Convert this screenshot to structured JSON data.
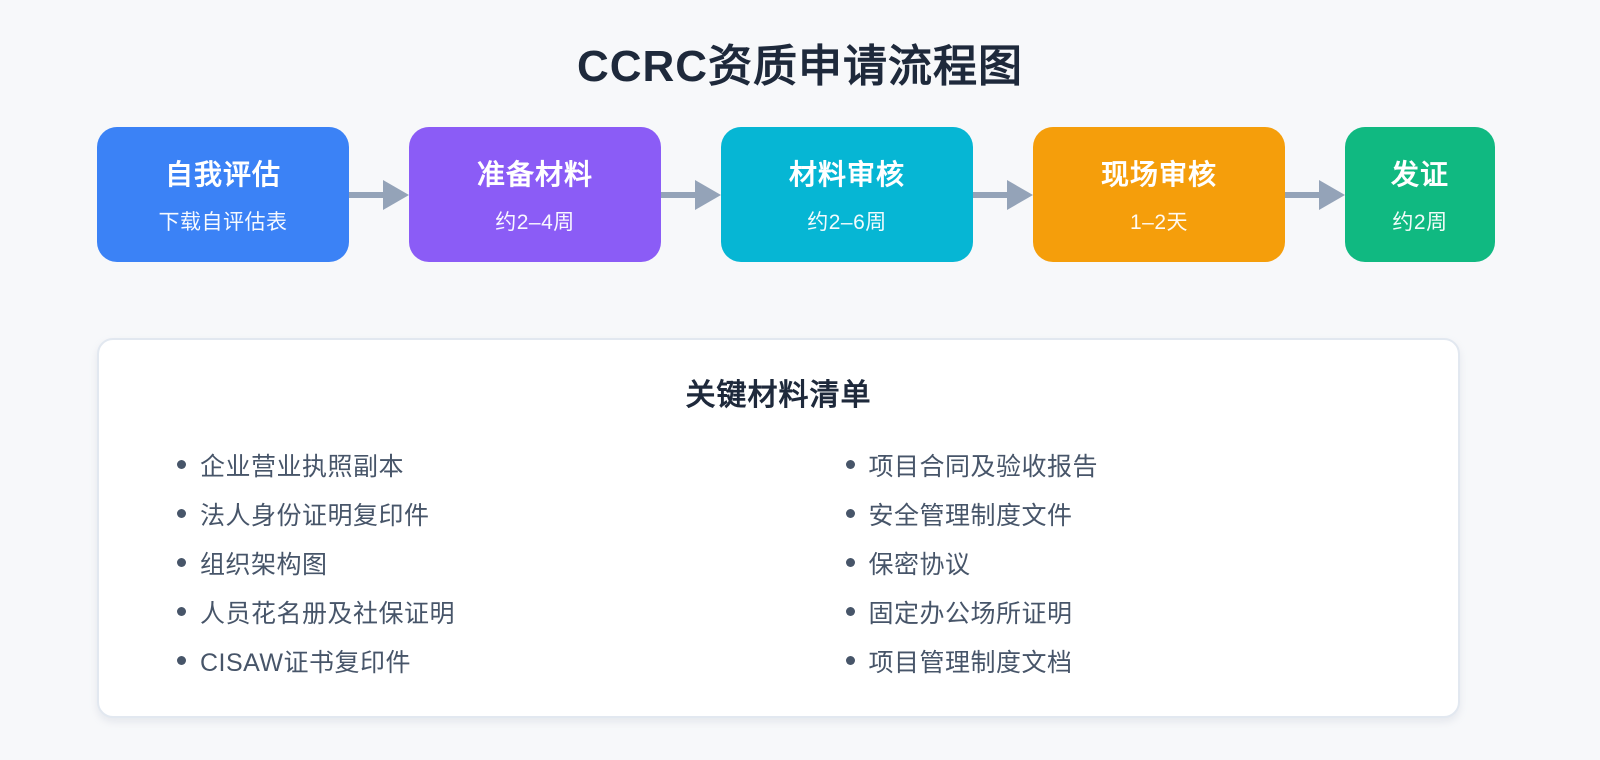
{
  "page": {
    "title": "CCRC资质申请流程图",
    "background_color": "#f7f8fa",
    "title_color": "#1e293b"
  },
  "flow": {
    "arrow_color": "#94a3b8",
    "steps": [
      {
        "label": "自我评估",
        "sublabel": "下载自评估表",
        "color": "#3b82f6"
      },
      {
        "label": "准备材料",
        "sublabel": "约2–4周",
        "color": "#8b5cf6"
      },
      {
        "label": "材料审核",
        "sublabel": "约2–6周",
        "color": "#06b6d4"
      },
      {
        "label": "现场审核",
        "sublabel": "1–2天",
        "color": "#f59e0b"
      },
      {
        "label": "发证",
        "sublabel": "约2周",
        "color": "#10b981"
      }
    ]
  },
  "materials": {
    "title": "关键材料清单",
    "text_color": "#475569",
    "left_column": [
      "企业营业执照副本",
      "法人身份证明复印件",
      "组织架构图",
      "人员花名册及社保证明",
      "CISAW证书复印件"
    ],
    "right_column": [
      "项目合同及验收报告",
      "安全管理制度文件",
      "保密协议",
      "固定办公场所证明",
      "项目管理制度文档"
    ]
  }
}
